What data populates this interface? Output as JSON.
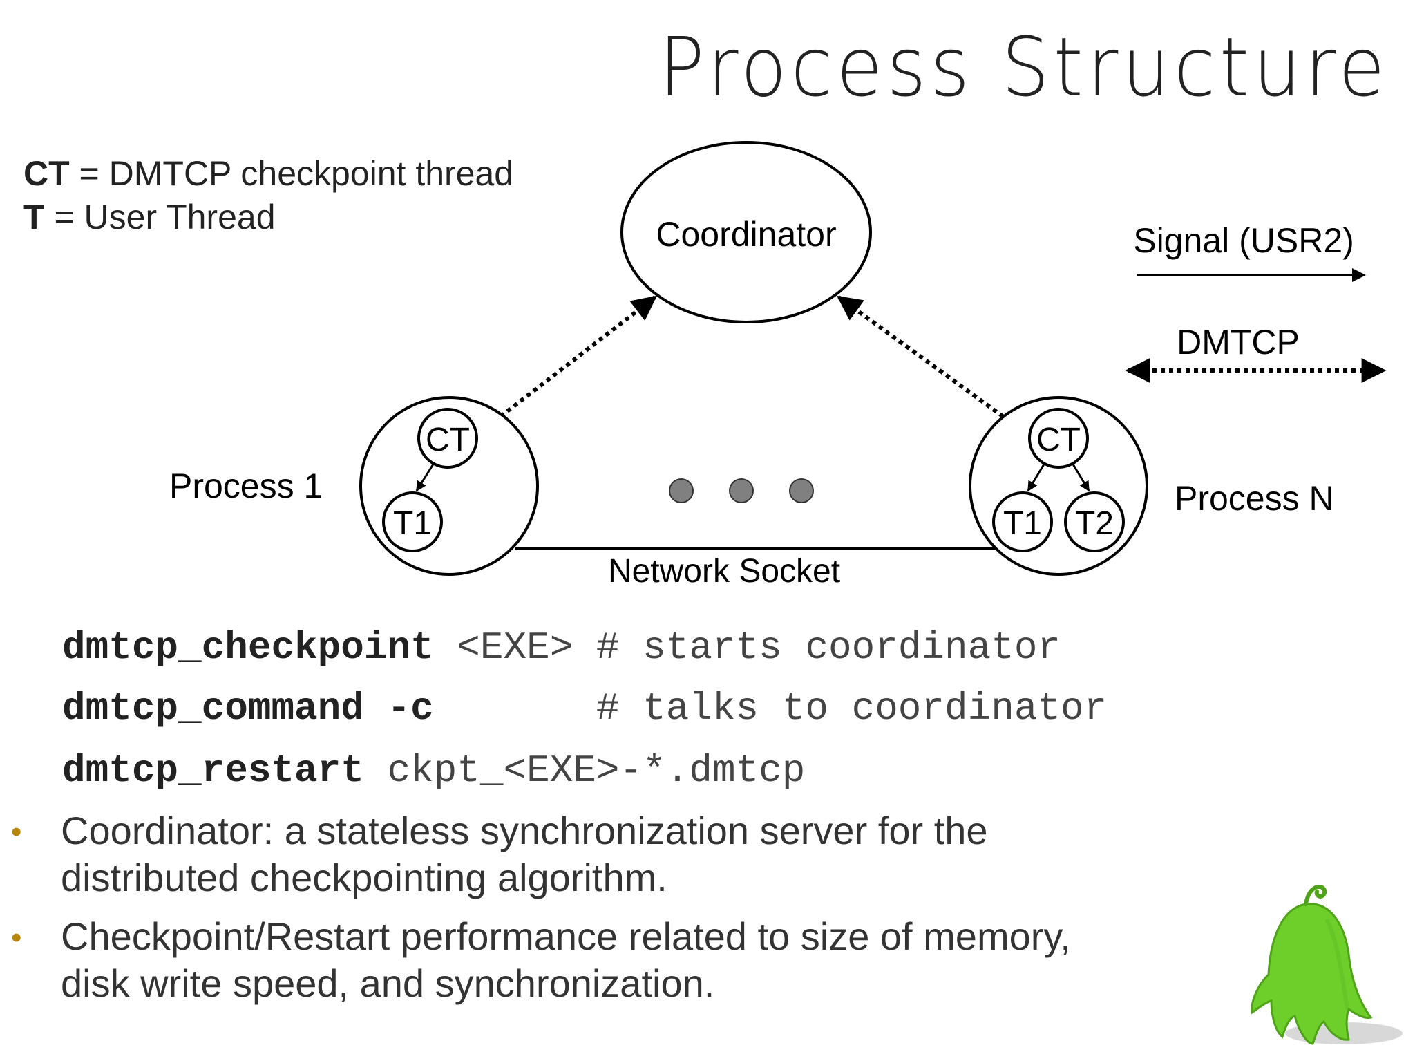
{
  "slide": {
    "title": "Process Structure"
  },
  "legend": {
    "ct_abbr": "CT",
    "ct_text": " = DMTCP checkpoint thread",
    "t_abbr": "T",
    "t_text": " = User Thread"
  },
  "diagram": {
    "coordinator": "Coordinator",
    "process1_label": "Process 1",
    "processN_label": "Process N",
    "ct": "CT",
    "t1": "T1",
    "t2": "T2",
    "network_socket": "Network Socket",
    "signal_label": "Signal (USR2)",
    "dmtcp_label": "DMTCP"
  },
  "commands": [
    {
      "name": "dmtcp_checkpoint",
      "arg": " <EXE> # starts coordinator"
    },
    {
      "name": "dmtcp_command -c",
      "arg": "       # talks to coordinator"
    },
    {
      "name": "dmtcp_restart",
      "arg": " ckpt_<EXE>-*.dmtcp"
    }
  ],
  "bullets": [
    {
      "line1": "Coordinator: a stateless synchronization server for the",
      "line2": "distributed checkpointing algorithm."
    },
    {
      "line1": "Checkpoint/Restart performance related to size of memory,",
      "line2": "disk write speed, and synchronization."
    }
  ],
  "colors": {
    "bullet_dot": "#b8860b",
    "mascot_green": "#6fcf2a",
    "dots_gray": "#808080"
  },
  "icons": {
    "bullet": "bullet-dot-icon",
    "mascot": "green-ghost-mascot-icon"
  }
}
